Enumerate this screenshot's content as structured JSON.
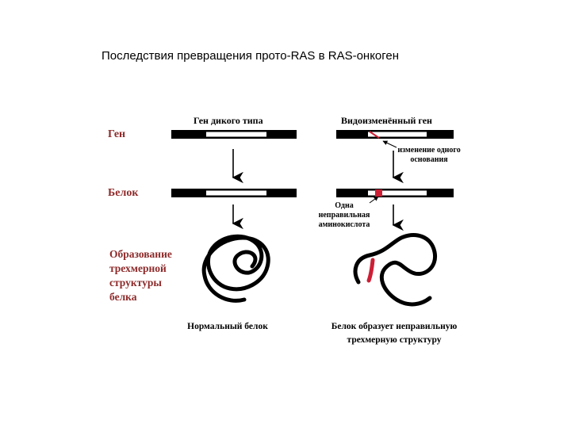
{
  "title": "Последствия превращения прото-RAS в RAS-онкоген",
  "row_labels": {
    "gene": "Ген",
    "protein": "Белок",
    "folding": [
      "Образование",
      "трехмерной",
      "структуры",
      "белка"
    ]
  },
  "columns": {
    "wild": {
      "header": "Ген дикого типа",
      "caption": "Нормальный белок"
    },
    "mutant": {
      "header": "Видоизменённый ген",
      "mutation_note": [
        "изменение одного",
        "основания"
      ],
      "aa_note": [
        "Одна",
        "неправильная",
        "аминокислота"
      ],
      "caption": [
        "Белок образует неправильную",
        "трехмерную структуру"
      ]
    }
  },
  "colors": {
    "bar": "#000000",
    "highlight": "#cc1f36",
    "side_label": "#8e2a2a"
  }
}
